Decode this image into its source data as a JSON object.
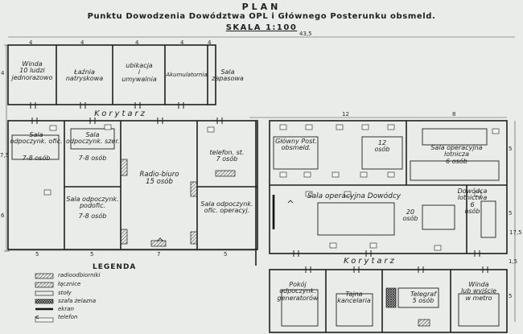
{
  "title": {
    "plan": "PLAN",
    "subtitle": "Punktu Dowodzenia Dowództwa OPL i Głównego Posterunku obsmeld.",
    "scale": "SKALA 1:100"
  },
  "dimensions": {
    "total_width": "43,5",
    "top_segments": [
      "4",
      "4",
      "4",
      "4",
      "4"
    ],
    "right_block": [
      "12",
      "8"
    ],
    "bottom_segments": [
      "5",
      "5",
      "7",
      "5"
    ],
    "left_side": [
      "4",
      "7,5",
      "6"
    ],
    "right_side": [
      "5",
      "5",
      "17,5",
      "1,5",
      "5"
    ]
  },
  "rooms": {
    "winda": [
      "Winda",
      "10 ludzi",
      "jednorazowo"
    ],
    "lazna": [
      "Łaźnia",
      "natryskowa"
    ],
    "ubikacja": [
      "ubikacja",
      "i",
      "umywalnia"
    ],
    "akumulatornia": "Akumulatornia",
    "sala_zapasowa": [
      "Sala",
      "zapasowa"
    ],
    "korytarz_top": "Korytarz",
    "sala_odp_ofic": [
      "Sala",
      "odpoczynk. ofic.",
      "7-8 osób"
    ],
    "sala_odp_szer": [
      "Sala",
      "odpoczynk. szer.",
      "7-8 osób"
    ],
    "radio_biuro": [
      "Radio-biuro",
      "15 osób"
    ],
    "telefon_st": [
      "telefon. st.",
      "7 osób"
    ],
    "sala_odp_podofic": [
      "Sala odpoczynk.",
      "podofic.",
      "7-8 osób"
    ],
    "sala_odp_ofic_oper": [
      "Sala odpoczynk.",
      "ofic. operacyj."
    ],
    "glowny_post": [
      "Główny Post.",
      "obsmeld."
    ],
    "glowny_post_osob": [
      "12",
      "osób"
    ],
    "sala_oper_lotnicza": [
      "Sala operacyjna",
      "lotnicza",
      "6 osób"
    ],
    "sala_oper_dowodcy": "Sala operacyjna Dowódcy",
    "sala_oper_dowodcy_osob": [
      "20",
      "osób"
    ],
    "dowodca_lotnictwa": [
      "Dowódca",
      "lotnictwa",
      "6",
      "osób"
    ],
    "korytarz_bottom": "Korytarz",
    "pokoj_generatorow": [
      "Pokój",
      "odpoczynk.",
      "generatorów"
    ],
    "tajna_kancelaria": [
      "Tajna",
      "kancelaria"
    ],
    "telegraf": [
      "Telegraf",
      "5 osób"
    ],
    "winda_metro": [
      "Winda",
      "lub wyjście",
      "w metro"
    ]
  },
  "legend": {
    "title": "LEGENDA",
    "items": [
      "radioodbiorniki",
      "łącznice",
      "stoły",
      "szafa żelazna",
      "ekran",
      "telefon"
    ]
  },
  "colors": {
    "paper": "#e9ece9",
    "ink": "#1e1f21",
    "hatch": "#333333"
  }
}
